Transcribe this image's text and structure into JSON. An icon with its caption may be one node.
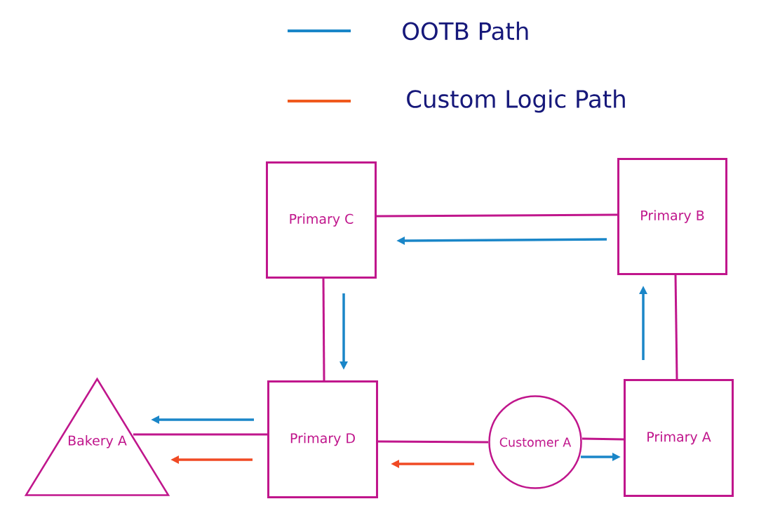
{
  "diagram": {
    "nodes": [
      {
        "text": [
          "Primary C"
        ]
      },
      {
        "text": [
          "Primary B"
        ]
      },
      {
        "text": [
          "Bakery A"
        ]
      },
      {
        "text": [
          "Primary D"
        ]
      },
      {
        "text": [
          "Customer A"
        ]
      },
      {
        "text": [
          "Primary A"
        ]
      }
    ],
    "edges": [
      {
        "from": 0,
        "to": 1,
        "arrow": "none",
        "color": "#c0168c"
      },
      {
        "from": 0,
        "to": 3,
        "arrow": "none",
        "color": "#c0168c"
      },
      {
        "from": 1,
        "to": 5,
        "arrow": "none",
        "color": "#c0168c"
      },
      {
        "from": 3,
        "to": 2,
        "arrow": "none",
        "color": "#c0168c"
      },
      {
        "from": 3,
        "to": 4,
        "arrow": "none",
        "color": "#c0168c"
      },
      {
        "from": 4,
        "to": 5,
        "arrow": "none",
        "color": "#c0168c"
      },
      {
        "from": 1,
        "to": 0,
        "arrow": "to",
        "color": "#1a86c8"
      },
      {
        "from": 0,
        "to": 3,
        "arrow": "to",
        "color": "#1a86c8"
      },
      {
        "from": 5,
        "to": 1,
        "arrow": "to",
        "color": "#1a86c8"
      },
      {
        "from": 3,
        "to": 2,
        "arrow": "to",
        "color": "#1a86c8"
      },
      {
        "from": 3,
        "to": 2,
        "arrow": "to",
        "color": "#f04a24"
      },
      {
        "from": 4,
        "to": 3,
        "arrow": "to",
        "color": "#f04a24"
      },
      {
        "from": 4,
        "to": 5,
        "arrow": "to",
        "color": "#1a86c8"
      }
    ],
    "legend": [
      {
        "text": "OOTB Path",
        "color": "#1a86c8"
      },
      {
        "text": "Custom Logic Path",
        "color": "#f05a1e"
      }
    ]
  }
}
